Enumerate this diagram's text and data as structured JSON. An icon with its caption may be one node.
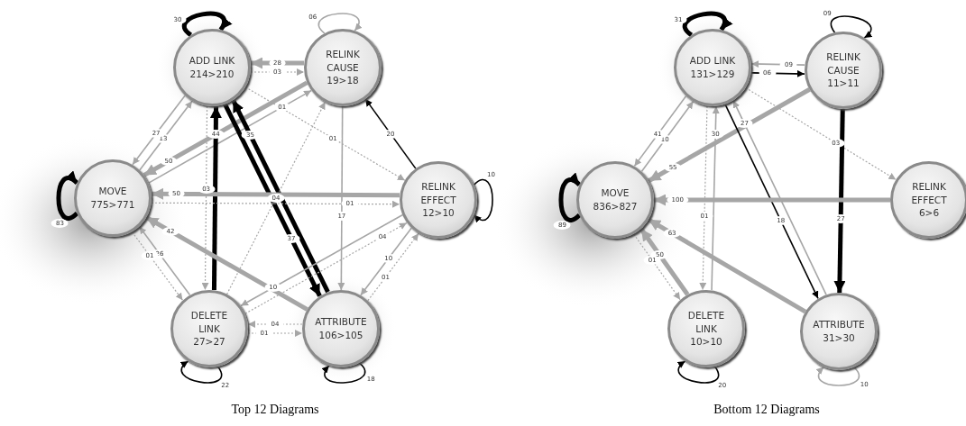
{
  "diagram": {
    "nodes": [
      {
        "text": [
          "ADD LINK",
          "214>210"
        ]
      },
      {
        "text": [
          "RELINK CAUSE",
          "19>18"
        ]
      },
      {
        "text": [
          "MOVE",
          "775>771"
        ]
      },
      {
        "text": [
          "RELINK EFFECT",
          "12>10"
        ]
      },
      {
        "text": [
          "DELETE LINK",
          "27>27"
        ]
      },
      {
        "text": [
          "ATTRIBUTE",
          "106>105"
        ]
      },
      {
        "text": [
          "ADD LINK",
          "131>129"
        ]
      },
      {
        "text": [
          "RELINK CAUSE",
          "11>11"
        ]
      },
      {
        "text": [
          "MOVE",
          "836>827"
        ]
      },
      {
        "text": [
          "RELINK EFFECT",
          "6>6"
        ]
      },
      {
        "text": [
          "DELETE LINK",
          "10>10"
        ]
      },
      {
        "text": [
          "ATTRIBUTE",
          "31>30"
        ]
      }
    ],
    "edges": [
      {
        "from": 0,
        "to": 0,
        "arrow": "to",
        "label": "30",
        "style": "thick",
        "color": "#000000"
      },
      {
        "from": 0,
        "to": 1,
        "arrow": "to",
        "label": "03",
        "style": "dashed"
      },
      {
        "from": 1,
        "to": 0,
        "arrow": "to",
        "label": "28",
        "style": "thick"
      },
      {
        "from": 1,
        "to": 1,
        "arrow": "to",
        "label": "06"
      },
      {
        "from": 1,
        "to": 2,
        "arrow": "to",
        "label": "50",
        "style": "thick"
      },
      {
        "from": 2,
        "to": 1,
        "arrow": "to",
        "label": "01"
      },
      {
        "from": 2,
        "to": 0,
        "arrow": "to",
        "label": "13"
      },
      {
        "from": 0,
        "to": 2,
        "arrow": "to",
        "label": "27"
      },
      {
        "from": 2,
        "to": 2,
        "arrow": "to",
        "label": "83",
        "style": "thick",
        "color": "#000000"
      },
      {
        "from": 4,
        "to": 0,
        "arrow": "to",
        "label": "44",
        "style": "thick",
        "color": "#000000"
      },
      {
        "from": 5,
        "to": 0,
        "arrow": "to",
        "label": "35",
        "style": "thick",
        "color": "#000000"
      },
      {
        "from": 0,
        "to": 5,
        "arrow": "to",
        "label": "37",
        "style": "thick",
        "color": "#000000"
      },
      {
        "from": 4,
        "to": 1,
        "arrow": "to",
        "label": "04",
        "style": "dashed"
      },
      {
        "from": 3,
        "to": 2,
        "arrow": "to",
        "label": "50",
        "style": "thick"
      },
      {
        "from": 3,
        "to": 1,
        "arrow": "to",
        "label": "20",
        "color": "#000000"
      },
      {
        "from": 3,
        "to": 3,
        "arrow": "to",
        "label": "10",
        "color": "#000000"
      },
      {
        "from": 0,
        "to": 3,
        "arrow": "to",
        "label": "01",
        "style": "dashed"
      },
      {
        "from": 1,
        "to": 5,
        "arrow": "to",
        "label": "17"
      },
      {
        "from": 2,
        "to": 3,
        "arrow": "to",
        "label": "01",
        "style": "dashed"
      },
      {
        "from": 3,
        "to": 4,
        "arrow": "to",
        "label": "10"
      },
      {
        "from": 4,
        "to": 3,
        "arrow": "to",
        "label": "04",
        "style": "dashed"
      },
      {
        "from": 5,
        "to": 2,
        "arrow": "to",
        "label": "42",
        "style": "thick"
      },
      {
        "from": 0,
        "to": 4,
        "arrow": "to",
        "label": "03",
        "style": "dashed"
      },
      {
        "from": 4,
        "to": 2,
        "arrow": "to",
        "label": "26"
      },
      {
        "from": 2,
        "to": 4,
        "arrow": "to",
        "label": "01",
        "style": "dashed"
      },
      {
        "from": 4,
        "to": 5,
        "arrow": "to",
        "label": "01",
        "style": "dashed"
      },
      {
        "from": 5,
        "to": 4,
        "arrow": "to",
        "label": "04",
        "style": "dashed"
      },
      {
        "from": 4,
        "to": 4,
        "arrow": "to",
        "label": "22",
        "color": "#000000"
      },
      {
        "from": 5,
        "to": 5,
        "arrow": "to",
        "label": "18",
        "color": "#000000"
      },
      {
        "from": 5,
        "to": 3,
        "arrow": "to",
        "label": "01",
        "style": "dashed"
      },
      {
        "from": 3,
        "to": 5,
        "arrow": "to",
        "label": "10"
      },
      {
        "from": 6,
        "to": 6,
        "arrow": "to",
        "label": "31",
        "style": "thick",
        "color": "#000000"
      },
      {
        "from": 6,
        "to": 7,
        "arrow": "to",
        "label": "06",
        "color": "#000000"
      },
      {
        "from": 7,
        "to": 6,
        "arrow": "to",
        "label": "09"
      },
      {
        "from": 7,
        "to": 7,
        "arrow": "to",
        "label": "09",
        "color": "#000000"
      },
      {
        "from": 6,
        "to": 9,
        "arrow": "to",
        "label": "03",
        "style": "dashed"
      },
      {
        "from": 7,
        "to": 11,
        "arrow": "to",
        "label": "27",
        "style": "thick",
        "color": "#000000"
      },
      {
        "from": 7,
        "to": 8,
        "arrow": "to",
        "label": "55",
        "style": "thick"
      },
      {
        "from": 8,
        "to": 6,
        "arrow": "to",
        "label": "10"
      },
      {
        "from": 6,
        "to": 8,
        "arrow": "to",
        "label": "41"
      },
      {
        "from": 8,
        "to": 8,
        "arrow": "to",
        "label": "89",
        "style": "thick",
        "color": "#000000"
      },
      {
        "from": 10,
        "to": 6,
        "arrow": "to",
        "label": "30"
      },
      {
        "from": 11,
        "to": 6,
        "arrow": "to",
        "label": "27"
      },
      {
        "from": 6,
        "to": 11,
        "arrow": "to",
        "label": "18",
        "color": "#000000"
      },
      {
        "from": 9,
        "to": 8,
        "arrow": "to",
        "label": "100",
        "style": "thick"
      },
      {
        "from": 11,
        "to": 8,
        "arrow": "to",
        "label": "63",
        "style": "thick"
      },
      {
        "from": 6,
        "to": 10,
        "arrow": "to",
        "label": "01",
        "style": "dashed"
      },
      {
        "from": 10,
        "to": 8,
        "arrow": "to",
        "label": "50",
        "style": "thick"
      },
      {
        "from": 8,
        "to": 10,
        "arrow": "to",
        "label": "01",
        "style": "dashed"
      },
      {
        "from": 10,
        "to": 10,
        "arrow": "to",
        "label": "20",
        "color": "#000000"
      },
      {
        "from": 11,
        "to": 11,
        "arrow": "to",
        "label": "10"
      }
    ],
    "labels": [
      "Top 12 Diagrams",
      "Bottom 12 Diagrams"
    ]
  }
}
